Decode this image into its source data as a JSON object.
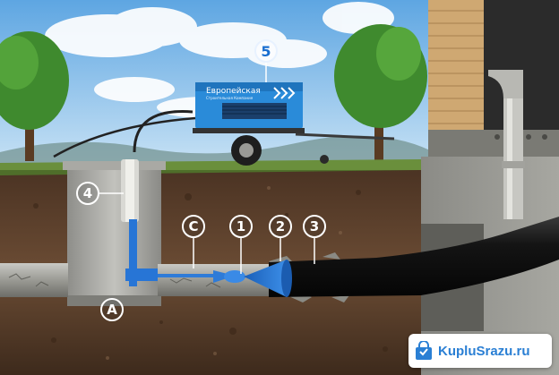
{
  "image": {
    "markers": [
      {
        "id": "5",
        "label": "5",
        "style": "blue"
      },
      {
        "id": "4",
        "label": "4",
        "style": "white"
      },
      {
        "id": "C",
        "label": "C",
        "style": "white"
      },
      {
        "id": "1",
        "label": "1",
        "style": "white"
      },
      {
        "id": "2",
        "label": "2",
        "style": "white"
      },
      {
        "id": "3",
        "label": "3",
        "style": "white"
      },
      {
        "id": "A",
        "label": "A",
        "style": "white"
      }
    ],
    "compressor_brand": "Европейская",
    "compressor_brand_sub": "Строительная Компания",
    "watermark": "KupluSrazu.ru",
    "colors": {
      "sky": "#8fc3ec",
      "soil": "#5a3f2c",
      "grass": "#6a8f3c",
      "brick": "#cfa872",
      "pipe_black": "#151515",
      "pipe_blue": "#1f6fcf",
      "compressor_blue": "#2a8bd9"
    }
  }
}
